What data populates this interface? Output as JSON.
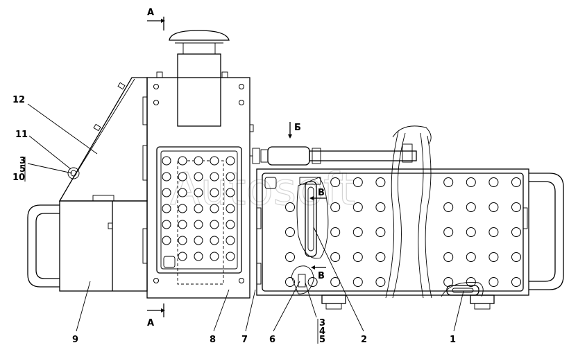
{
  "watermark": "Autosoft",
  "section_labels": {
    "a_top": "А",
    "a_bottom": "А",
    "b": "Б",
    "v_top": "В",
    "v_bottom": "В"
  },
  "callouts": {
    "c1": "1",
    "c2": "2",
    "c6": "6",
    "c7": "7",
    "c8": "8",
    "c9": "9",
    "c11": "11",
    "c12": "12",
    "stack_left": [
      "3",
      "5",
      "10"
    ],
    "stack_right": [
      "3",
      "4",
      "5"
    ]
  }
}
